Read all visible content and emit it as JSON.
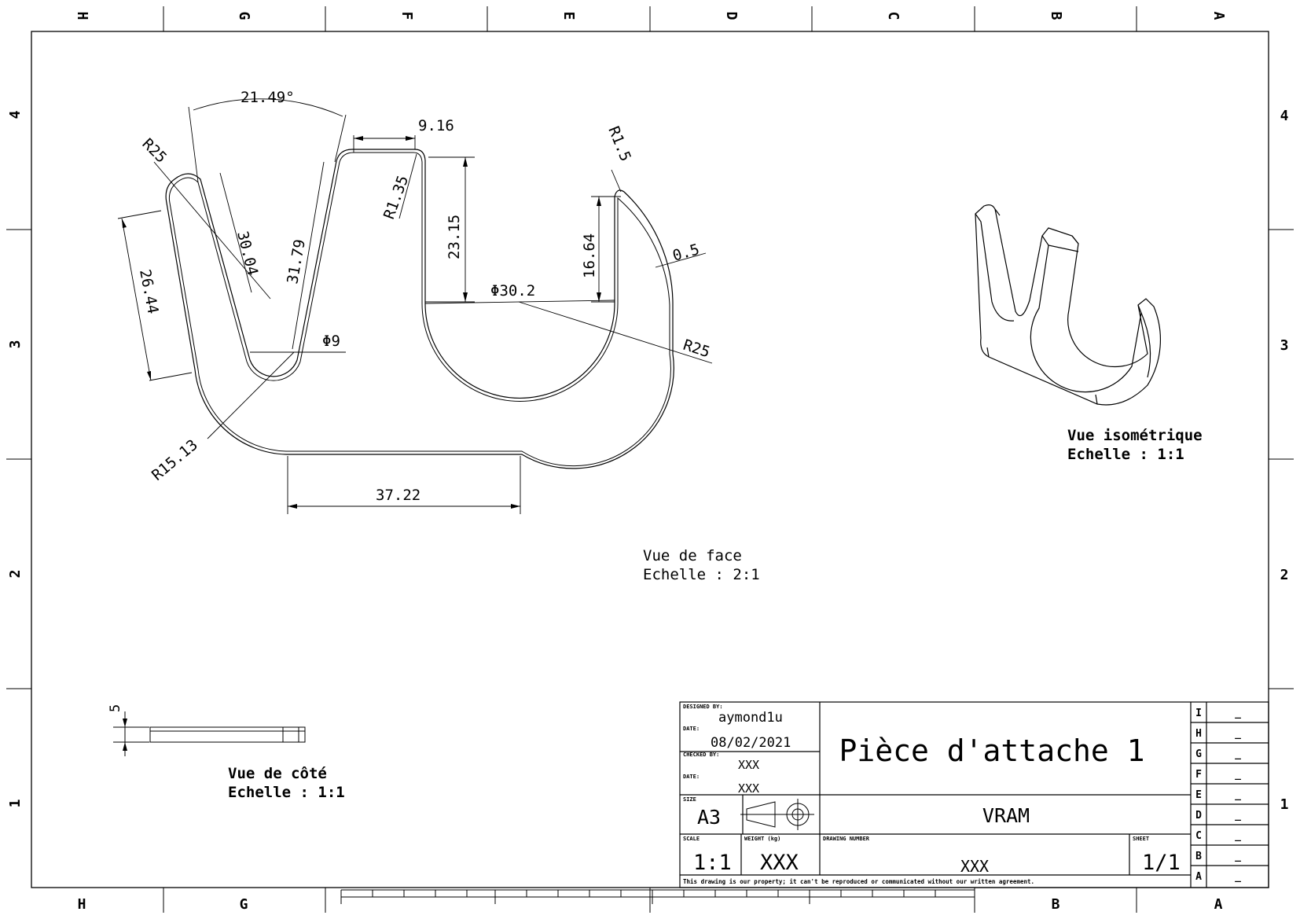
{
  "frame": {
    "col_labels_top": [
      "H",
      "G",
      "F",
      "E",
      "D",
      "C",
      "B",
      "A"
    ],
    "col_labels_bottom": [
      "H",
      "G",
      "B",
      "A"
    ],
    "row_labels": [
      "4",
      "3",
      "2",
      "1"
    ]
  },
  "views": {
    "face": {
      "title": "Vue de face",
      "scale": "Echelle :  2:1"
    },
    "iso": {
      "title": "Vue isométrique",
      "scale": "Echelle :  1:1"
    },
    "side": {
      "title": "Vue de côté",
      "scale": "Echelle :  1:1"
    }
  },
  "dimensions": {
    "angle": "21.49°",
    "d916": "9.16",
    "r25_left": "R25",
    "r135": "R1.35",
    "r15_tip": "R1.5",
    "d3004": "30.04",
    "d3179": "31.79",
    "d2644": "26.44",
    "d2315": "23.15",
    "d1664": "16.64",
    "d05": "0.5",
    "phi302": "Φ30.2",
    "phi9": "Φ9",
    "r25_right": "R25",
    "r1513": "R15.13",
    "d3722": "37.22",
    "thickness": "5"
  },
  "title_block": {
    "designed_by_label": "DESIGNED BY:",
    "designed_by": "aymond1u",
    "date_label": "DATE:",
    "date": "08/02/2021",
    "checked_by_label": "CHECKED BY:",
    "checked_by": "XXX",
    "date2_label": "DATE:",
    "date2": "XXX",
    "title": "Pièce d'attache 1",
    "size_label": "SIZE",
    "size": "A3",
    "company": "VRAM",
    "scale_label": "SCALE",
    "scale": "1:1",
    "weight_label": "WEIGHT (kg)",
    "weight": "XXX",
    "drawing_number_label": "DRAWING NUMBER",
    "drawing_number": "XXX",
    "sheet_label": "SHEET",
    "sheet": "1/1",
    "notice": "This drawing is our property; it can't be reproduced or communicated without our written agreement.",
    "revisions": [
      {
        "letter": "I",
        "value": "_"
      },
      {
        "letter": "H",
        "value": "_"
      },
      {
        "letter": "G",
        "value": "_"
      },
      {
        "letter": "F",
        "value": "_"
      },
      {
        "letter": "E",
        "value": "_"
      },
      {
        "letter": "D",
        "value": "_"
      },
      {
        "letter": "C",
        "value": "_"
      },
      {
        "letter": "B",
        "value": "_"
      },
      {
        "letter": "A",
        "value": "_"
      }
    ]
  }
}
